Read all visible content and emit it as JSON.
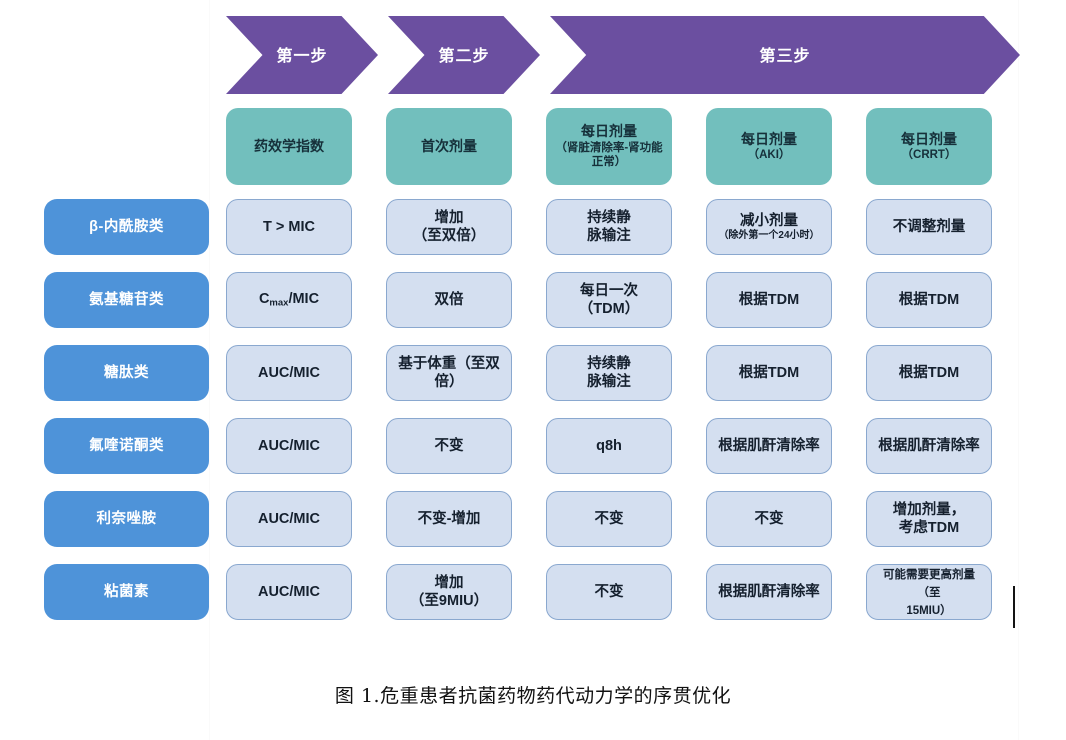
{
  "figure": {
    "caption": "图 1.危重患者抗菌药物药代动力学的序贯优化",
    "colors": {
      "step_purple": "#6b4fa0",
      "header_teal": "#72bfbd",
      "category_blue": "#4e93d9",
      "cell_blue": "#d4dff0",
      "cell_border": "#8aa8cf",
      "background": "#ffffff"
    }
  },
  "steps": [
    {
      "label": "第一步"
    },
    {
      "label": "第二步"
    },
    {
      "label": "第三步"
    }
  ],
  "columns": [
    {
      "title": "药效学指数",
      "sub": ""
    },
    {
      "title": "首次剂量",
      "sub": ""
    },
    {
      "title": "每日剂量",
      "sub": "（肾脏清除率-肾功能正常）"
    },
    {
      "title": "每日剂量",
      "sub": "（AKI）"
    },
    {
      "title": "每日剂量",
      "sub": "（CRRT）"
    }
  ],
  "rows": [
    {
      "category": "β-内酰胺类",
      "cells": [
        {
          "main": "T > MIC",
          "sub": ""
        },
        {
          "main": "增加",
          "sub": "（至双倍）"
        },
        {
          "main": "持续静",
          "sub": "脉输注"
        },
        {
          "main": "减小剂量",
          "small": "（除外第一个24小时）"
        },
        {
          "main": "不调整剂量",
          "sub": ""
        }
      ]
    },
    {
      "category": "氨基糖苷类",
      "cells": [
        {
          "main": "Cmax/MIC",
          "sub": ""
        },
        {
          "main": "双倍",
          "sub": ""
        },
        {
          "main": "每日一次",
          "sub": "（TDM）"
        },
        {
          "main": "根据TDM",
          "sub": ""
        },
        {
          "main": "根据TDM",
          "sub": ""
        }
      ]
    },
    {
      "category": "糖肽类",
      "cells": [
        {
          "main": "AUC/MIC",
          "sub": ""
        },
        {
          "main": "基于体重（至双",
          "sub": "倍）"
        },
        {
          "main": "持续静",
          "sub": "脉输注"
        },
        {
          "main": "根据TDM",
          "sub": ""
        },
        {
          "main": "根据TDM",
          "sub": ""
        }
      ]
    },
    {
      "category": "氟喹诺酮类",
      "cells": [
        {
          "main": "AUC/MIC",
          "sub": ""
        },
        {
          "main": "不变",
          "sub": ""
        },
        {
          "main": "q8h",
          "sub": ""
        },
        {
          "main": "根据肌酐清除率",
          "sub": ""
        },
        {
          "main": "根据肌酐清除率",
          "sub": ""
        }
      ]
    },
    {
      "category": "利奈唑胺",
      "cells": [
        {
          "main": "AUC/MIC",
          "sub": ""
        },
        {
          "main": "不变-增加",
          "sub": ""
        },
        {
          "main": "不变",
          "sub": ""
        },
        {
          "main": "不变",
          "sub": ""
        },
        {
          "main": "增加剂量，",
          "sub": "考虑TDM"
        }
      ]
    },
    {
      "category": "粘菌素",
      "cells": [
        {
          "main": "AUC/MIC",
          "sub": ""
        },
        {
          "main": "增加",
          "sub": "（至9MIU）"
        },
        {
          "main": "不变",
          "sub": ""
        },
        {
          "main": "根据肌酐清除率",
          "sub": ""
        },
        {
          "main": "可能需要更高剂量（至",
          "small2": "15MIU）"
        }
      ]
    }
  ]
}
